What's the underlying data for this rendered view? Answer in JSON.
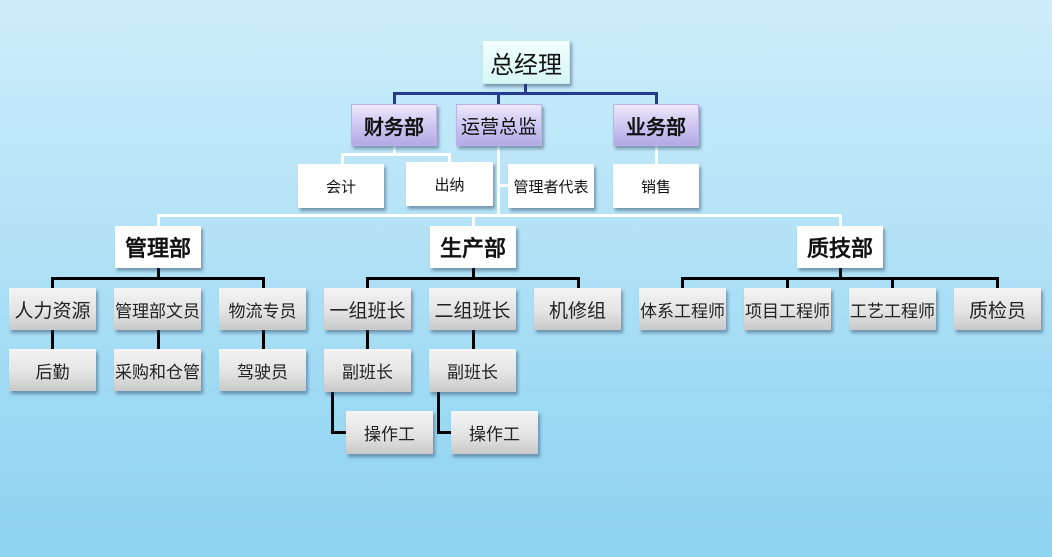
{
  "title": "组织架构图",
  "colors": {
    "top_connector": "#263b8f",
    "mid_connector": "#ffffff",
    "low_connector": "#000000",
    "root_fill": "#d6f6f4",
    "level1_fill": "#c9c1ef",
    "staff_fill": "#ffffff",
    "unit_fill": "#e4e4e4",
    "background": "#b5e3f7"
  },
  "root": {
    "label": "总经理"
  },
  "level1": {
    "finance": {
      "label": "财务部"
    },
    "operations": {
      "label": "运营总监"
    },
    "business": {
      "label": "业务部"
    }
  },
  "staff": {
    "accounting": {
      "label": "会计"
    },
    "cashier": {
      "label": "出纳"
    },
    "mgmt_rep": {
      "label": "管理者代表"
    },
    "sales": {
      "label": "销售"
    }
  },
  "departments": {
    "management": {
      "label": "管理部",
      "children": [
        {
          "label": "人力资源",
          "sub": "后勤"
        },
        {
          "label": "管理部文员",
          "sub": "采购和仓管"
        },
        {
          "label": "物流专员",
          "sub": "驾驶员"
        }
      ]
    },
    "production": {
      "label": "生产部",
      "children": [
        {
          "label": "一组班长",
          "sub": "副班长",
          "sub2": "操作工"
        },
        {
          "label": "二组班长",
          "sub": "副班长",
          "sub2": "操作工"
        },
        {
          "label": "机修组"
        }
      ]
    },
    "quality": {
      "label": "质技部",
      "children": [
        {
          "label": "体系工程师"
        },
        {
          "label": "项目工程师"
        },
        {
          "label": "工艺工程师"
        },
        {
          "label": "质检员"
        }
      ]
    }
  }
}
